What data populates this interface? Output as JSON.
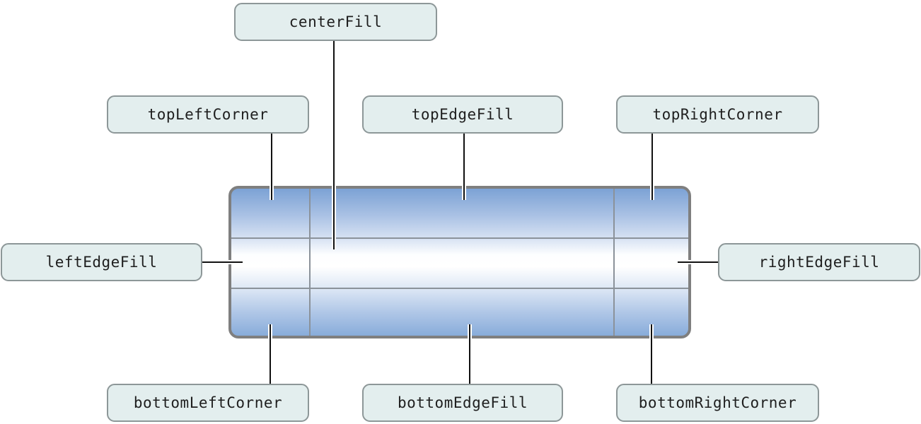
{
  "labels": {
    "centerFill": "centerFill",
    "topLeftCorner": "topLeftCorner",
    "topEdgeFill": "topEdgeFill",
    "topRightCorner": "topRightCorner",
    "leftEdgeFill": "leftEdgeFill",
    "rightEdgeFill": "rightEdgeFill",
    "bottomLeftCorner": "bottomLeftCorner",
    "bottomEdgeFill": "bottomEdgeFill",
    "bottomRightCorner": "bottomRightCorner"
  },
  "colors": {
    "page-bg": "#ffffff",
    "label-fill": "#e3eeee",
    "label-border": "#8d9798",
    "label-text": "#1e1e1e",
    "rect-border": "#7f7f7f",
    "grid-line": "#8b929a",
    "conn-core": "#111111",
    "conn-casing": "#ffffff",
    "grad-top": "#7ca2d5",
    "grad-mid": "#ffffff",
    "grad-bottom": "#88acda"
  }
}
